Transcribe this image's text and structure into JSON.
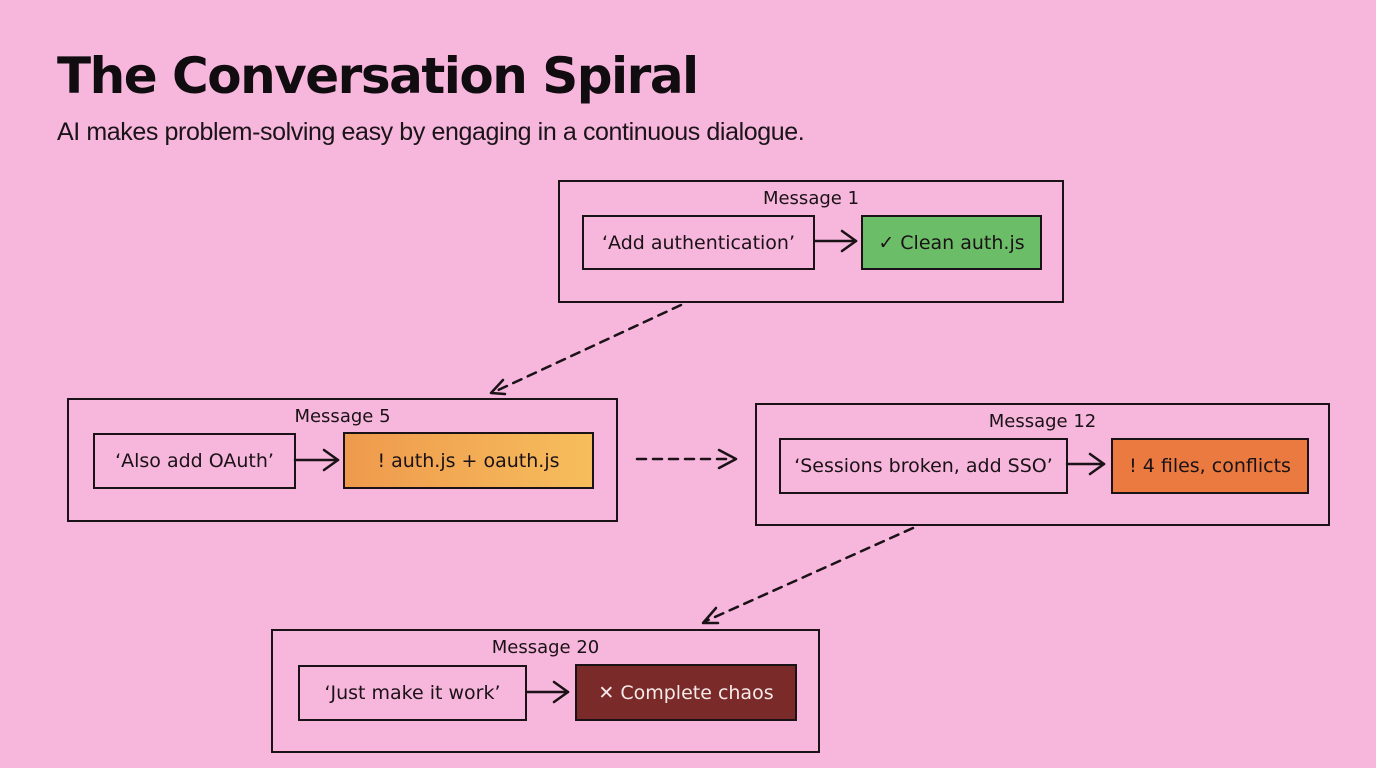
{
  "header": {
    "title": "The Conversation Spiral",
    "subtitle": "AI makes problem-solving easy by engaging in a continuous dialogue."
  },
  "colors": {
    "background": "#f7b6dc",
    "success": "#6cbd68",
    "warning": "#f0a050",
    "danger": "#ea7a40",
    "critical": "#7a2a28"
  },
  "steps": [
    {
      "label": "Message 1",
      "prompt": "‘Add authentication’",
      "result": "✓ Clean auth.js",
      "status": "success",
      "status_icon": "check-icon"
    },
    {
      "label": "Message 5",
      "prompt": "‘Also add OAuth’",
      "result": "!  auth.js + oauth.js",
      "status": "warning",
      "status_icon": "exclamation-icon"
    },
    {
      "label": "Message 12",
      "prompt": "‘Sessions broken, add SSO’",
      "result": "! 4 files, conflicts",
      "status": "danger",
      "status_icon": "exclamation-icon"
    },
    {
      "label": "Message 20",
      "prompt": "‘Just make it work’",
      "result": "✕ Complete chaos",
      "status": "critical",
      "status_icon": "x-icon"
    }
  ],
  "connectors": [
    {
      "from": "Message 1",
      "to": "Message 5",
      "style": "dashed"
    },
    {
      "from": "Message 5",
      "to": "Message 12",
      "style": "dashed"
    },
    {
      "from": "Message 12",
      "to": "Message 20",
      "style": "dashed"
    }
  ]
}
